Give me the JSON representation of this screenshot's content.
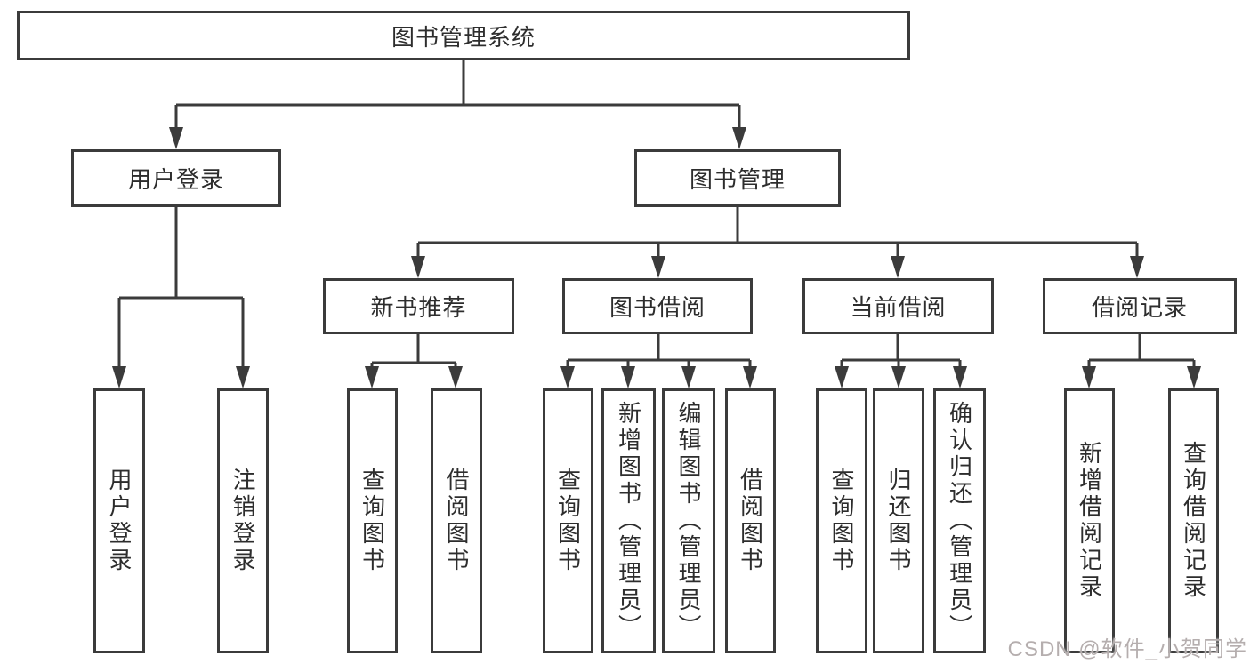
{
  "diagram": {
    "title": "图书管理系统",
    "branches": [
      {
        "label": "用户登录",
        "children": [
          {
            "label": "用户登录"
          },
          {
            "label": "注销登录"
          }
        ]
      },
      {
        "label": "图书管理",
        "sections": [
          {
            "label": "新书推荐",
            "children": [
              {
                "label": "查询图书"
              },
              {
                "label": "借阅图书"
              }
            ]
          },
          {
            "label": "图书借阅",
            "children": [
              {
                "label": "查询图书"
              },
              {
                "label": "新增图书（管理员）"
              },
              {
                "label": "编辑图书（管理员）"
              },
              {
                "label": "借阅图书"
              }
            ]
          },
          {
            "label": "当前借阅",
            "children": [
              {
                "label": "查询图书"
              },
              {
                "label": "归还图书"
              },
              {
                "label": "确认归还（管理员）"
              }
            ]
          },
          {
            "label": "借阅记录",
            "children": [
              {
                "label": "新增借阅记录"
              },
              {
                "label": "查询借阅记录"
              }
            ]
          }
        ]
      }
    ]
  },
  "watermark": {
    "text": "CSDN @软件_小贺同学"
  },
  "colors": {
    "line": "#3b3b3b",
    "text": "#2d2d2d",
    "background": "#ffffff",
    "watermark": "#b5aeae"
  }
}
